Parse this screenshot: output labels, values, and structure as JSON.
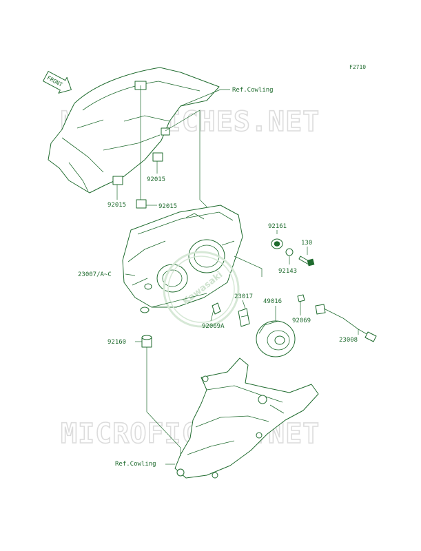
{
  "diagram_code": "F2710",
  "front_marker": "FRONT",
  "watermark_text": "MICROFICHES.NET",
  "brand_text": "Kawasaki",
  "colors": {
    "line": "#1f6b2e",
    "watermark": "#dcdcdc",
    "background": "#ffffff"
  },
  "labels": {
    "ref_cowling_top": "Ref.Cowling",
    "ref_cowling_bottom": "Ref.Cowling",
    "p92015_a": "92015",
    "p92015_b": "92015",
    "p92015_c": "92015",
    "p92161": "92161",
    "p130": "130",
    "p92143": "92143",
    "p23007": "23007/A~C",
    "p23017": "23017",
    "p49016": "49016",
    "p92069": "92069",
    "p92069a": "92069A",
    "p23008": "23008",
    "p92160": "92160"
  }
}
